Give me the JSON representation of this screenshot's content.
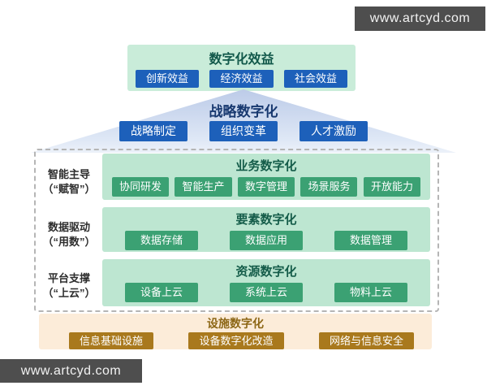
{
  "watermark": {
    "text": "www.artcyd.com"
  },
  "colors": {
    "benefit_panel": "#c9ecd9",
    "blue_box": "#1d60ba",
    "pyramid": "#bccbe8",
    "layer_panel": "#bde6d1",
    "green_box": "#3ba173",
    "green_title": "#145c49",
    "blue_title": "#17386f",
    "foundation_panel": "#fcecd9",
    "gold_box": "#a9791d",
    "gold_title": "#8d6716",
    "watermark_bg": "#4e4e4e"
  },
  "benefits": {
    "title": "数字化效益",
    "items": [
      "创新效益",
      "经济效益",
      "社会效益"
    ]
  },
  "strategy": {
    "title": "战略数字化",
    "items": [
      "战略制定",
      "组织变革",
      "人才激励"
    ]
  },
  "layers": [
    {
      "side_label_line1": "智能主导",
      "side_label_line2": "（“赋智”）",
      "title": "业务数字化",
      "items": [
        "协同研发",
        "智能生产",
        "数字管理",
        "场景服务",
        "开放能力"
      ]
    },
    {
      "side_label_line1": "数据驱动",
      "side_label_line2": "（“用数”）",
      "title": "要素数字化",
      "items": [
        "数据存储",
        "数据应用",
        "数据管理"
      ]
    },
    {
      "side_label_line1": "平台支撑",
      "side_label_line2": "（“上云”）",
      "title": "资源数字化",
      "items": [
        "设备上云",
        "系统上云",
        "物料上云"
      ]
    }
  ],
  "foundation": {
    "title": "设施数字化",
    "items": [
      "信息基础设施",
      "设备数字化改造",
      "网络与信息安全"
    ]
  }
}
